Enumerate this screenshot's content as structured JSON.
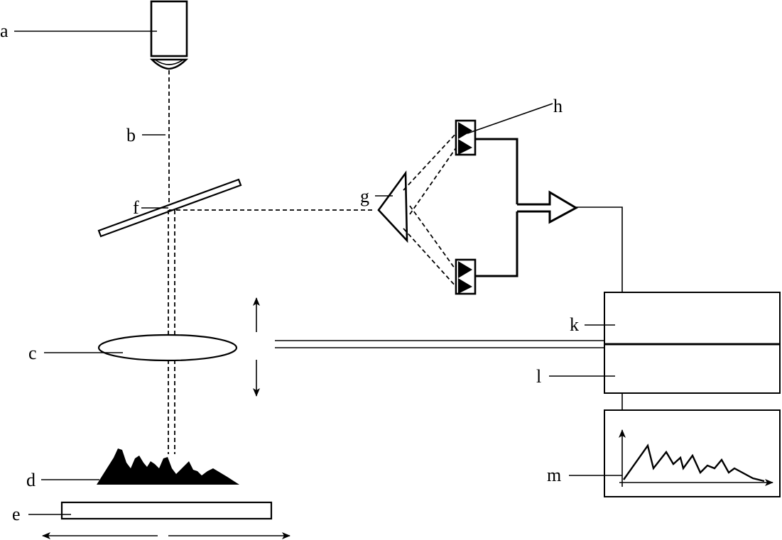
{
  "labels": {
    "a": "a",
    "b": "b",
    "c": "c",
    "d": "d",
    "e": "e",
    "f": "f",
    "g": "g",
    "h": "h",
    "k": "k",
    "l": "l",
    "m": "m"
  },
  "icons": {
    "amplifier": "amplifier-triangle-icon",
    "detector": "photodetector-icon",
    "arrow": "double-arrow-icon"
  },
  "colors": {
    "ink": "#000000",
    "background": "#ffffff"
  }
}
